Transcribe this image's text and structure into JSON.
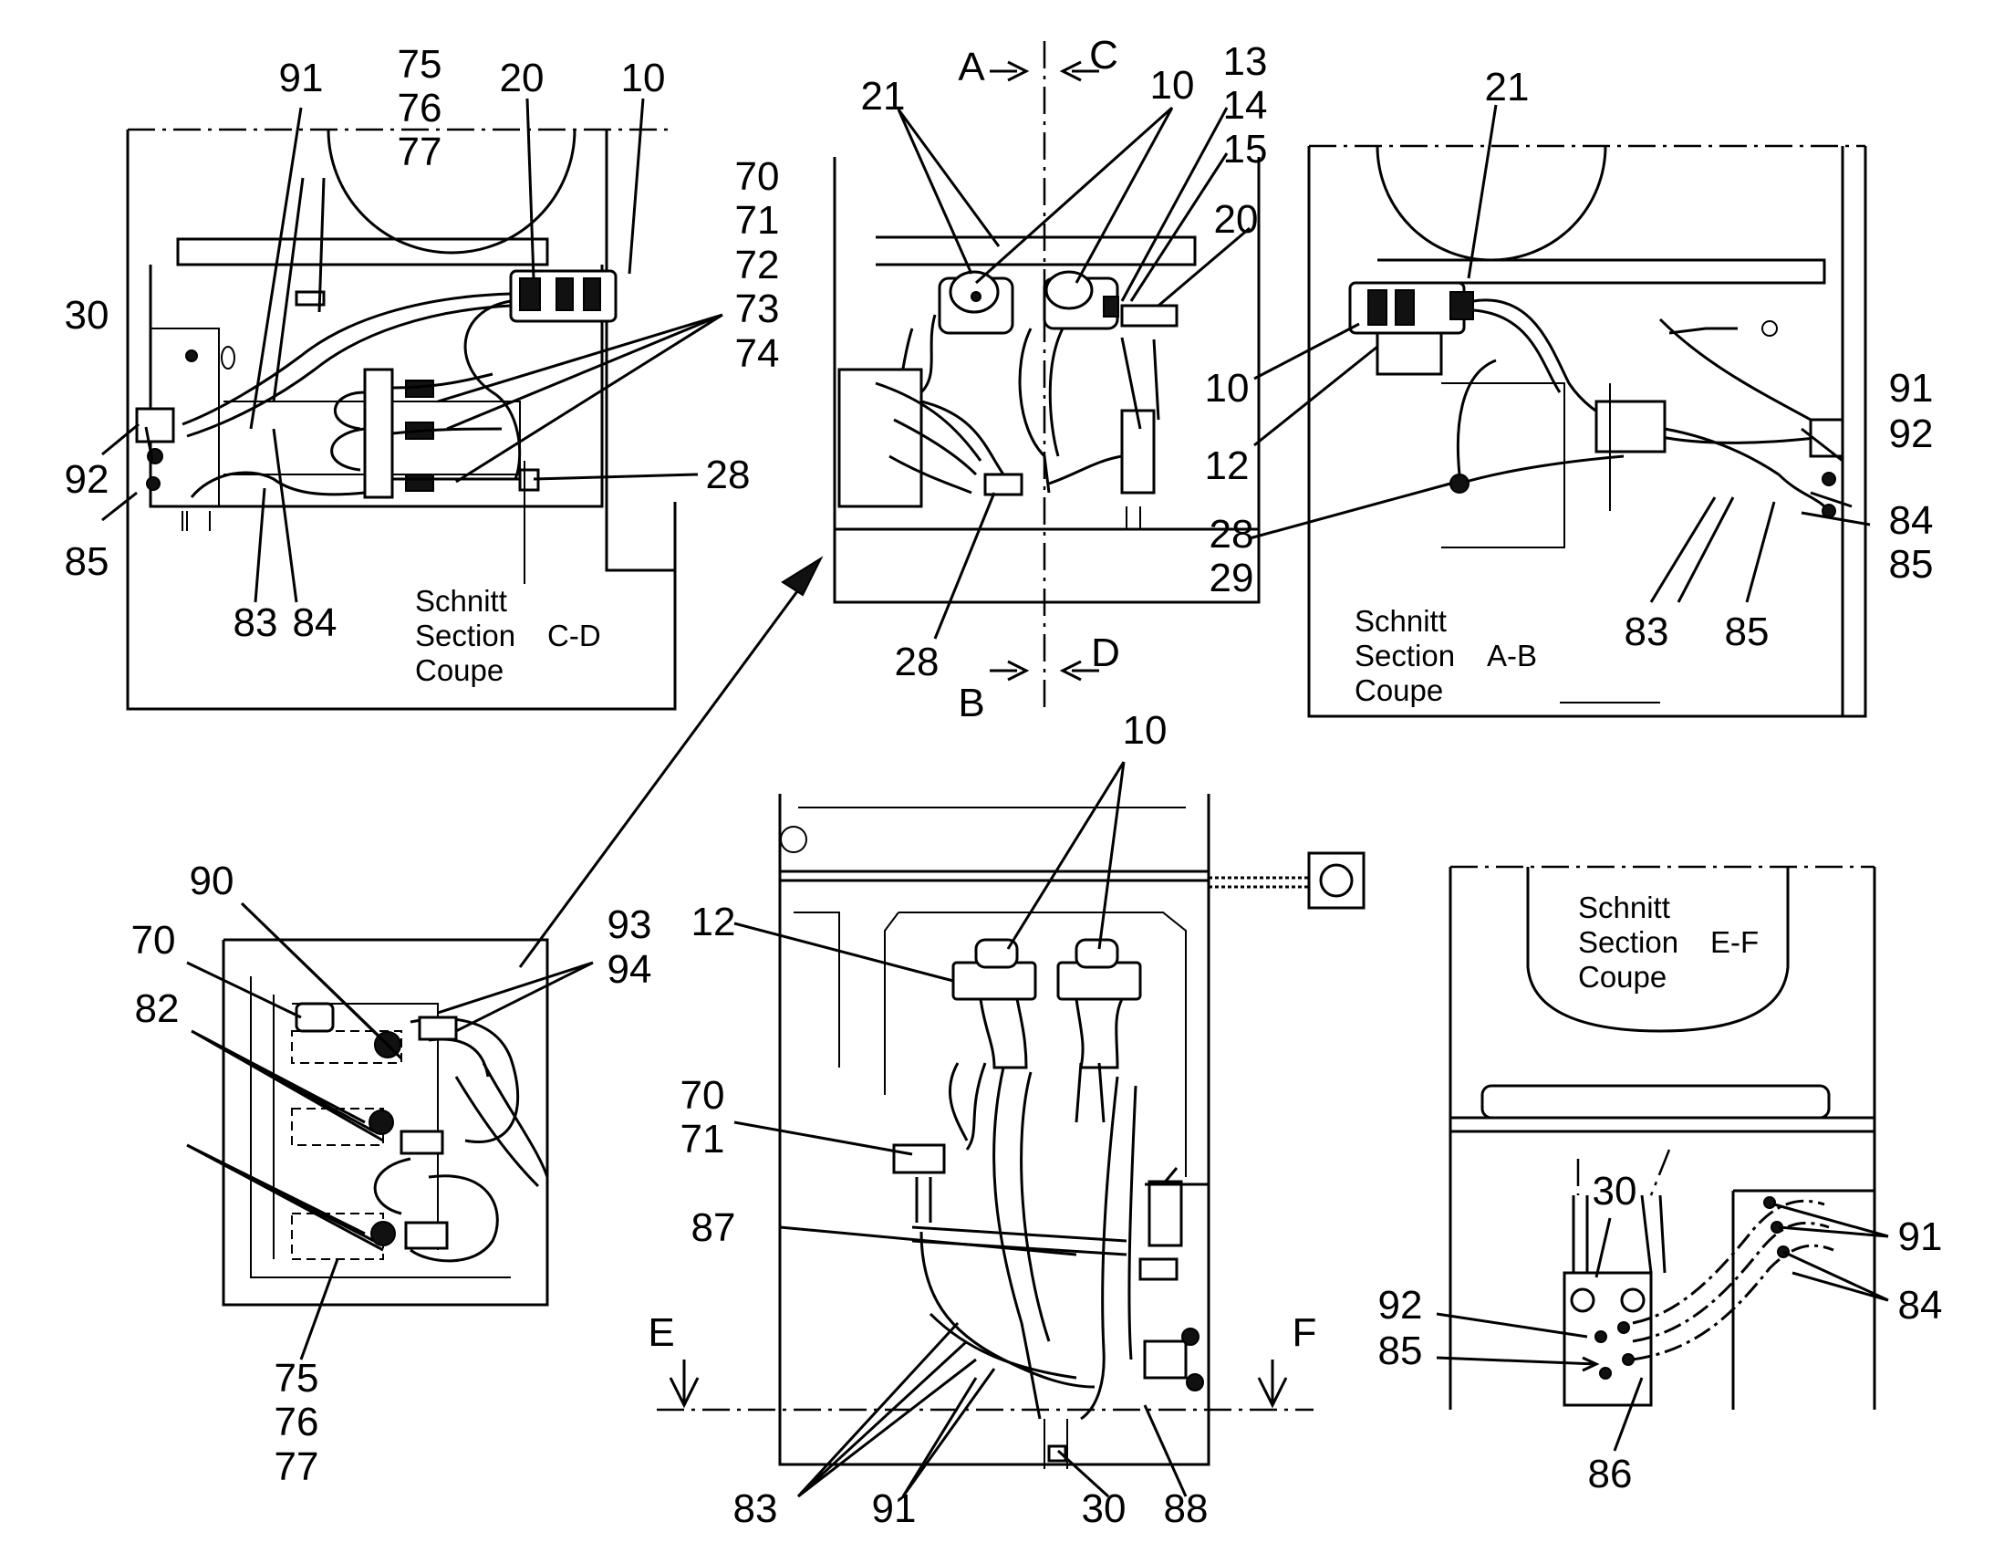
{
  "diagram": {
    "views": [
      {
        "id": "section-c-d",
        "section_words": [
          "Schnitt",
          "Section",
          "Coupe"
        ],
        "section_id": "C-D",
        "labels": [
          "91",
          "75",
          "76",
          "77",
          "20",
          "10",
          "70",
          "71",
          "72",
          "73",
          "74",
          "30",
          "92",
          "85",
          "28",
          "83",
          "84"
        ]
      },
      {
        "id": "top-center",
        "labels": [
          "21",
          "10",
          "13",
          "14",
          "15",
          "20",
          "28"
        ],
        "cut_marks": [
          "A",
          "C",
          "B",
          "D"
        ]
      },
      {
        "id": "section-a-b",
        "section_words": [
          "Schnitt",
          "Section",
          "Coupe"
        ],
        "section_id": "A-B",
        "labels": [
          "21",
          "10",
          "12",
          "91",
          "92",
          "84",
          "85",
          "28",
          "29",
          "83",
          "85"
        ]
      },
      {
        "id": "detail-left",
        "labels": [
          "90",
          "70",
          "93",
          "94",
          "82",
          "75",
          "76",
          "77"
        ]
      },
      {
        "id": "bottom-center",
        "labels": [
          "10",
          "12",
          "70",
          "71",
          "87",
          "83",
          "91",
          "30",
          "88"
        ],
        "cut_marks": [
          "E",
          "F"
        ]
      },
      {
        "id": "section-e-f",
        "section_words": [
          "Schnitt",
          "Section",
          "Coupe"
        ],
        "section_id": "E-F",
        "labels": [
          "30",
          "91",
          "92",
          "84",
          "85",
          "86"
        ]
      }
    ]
  }
}
